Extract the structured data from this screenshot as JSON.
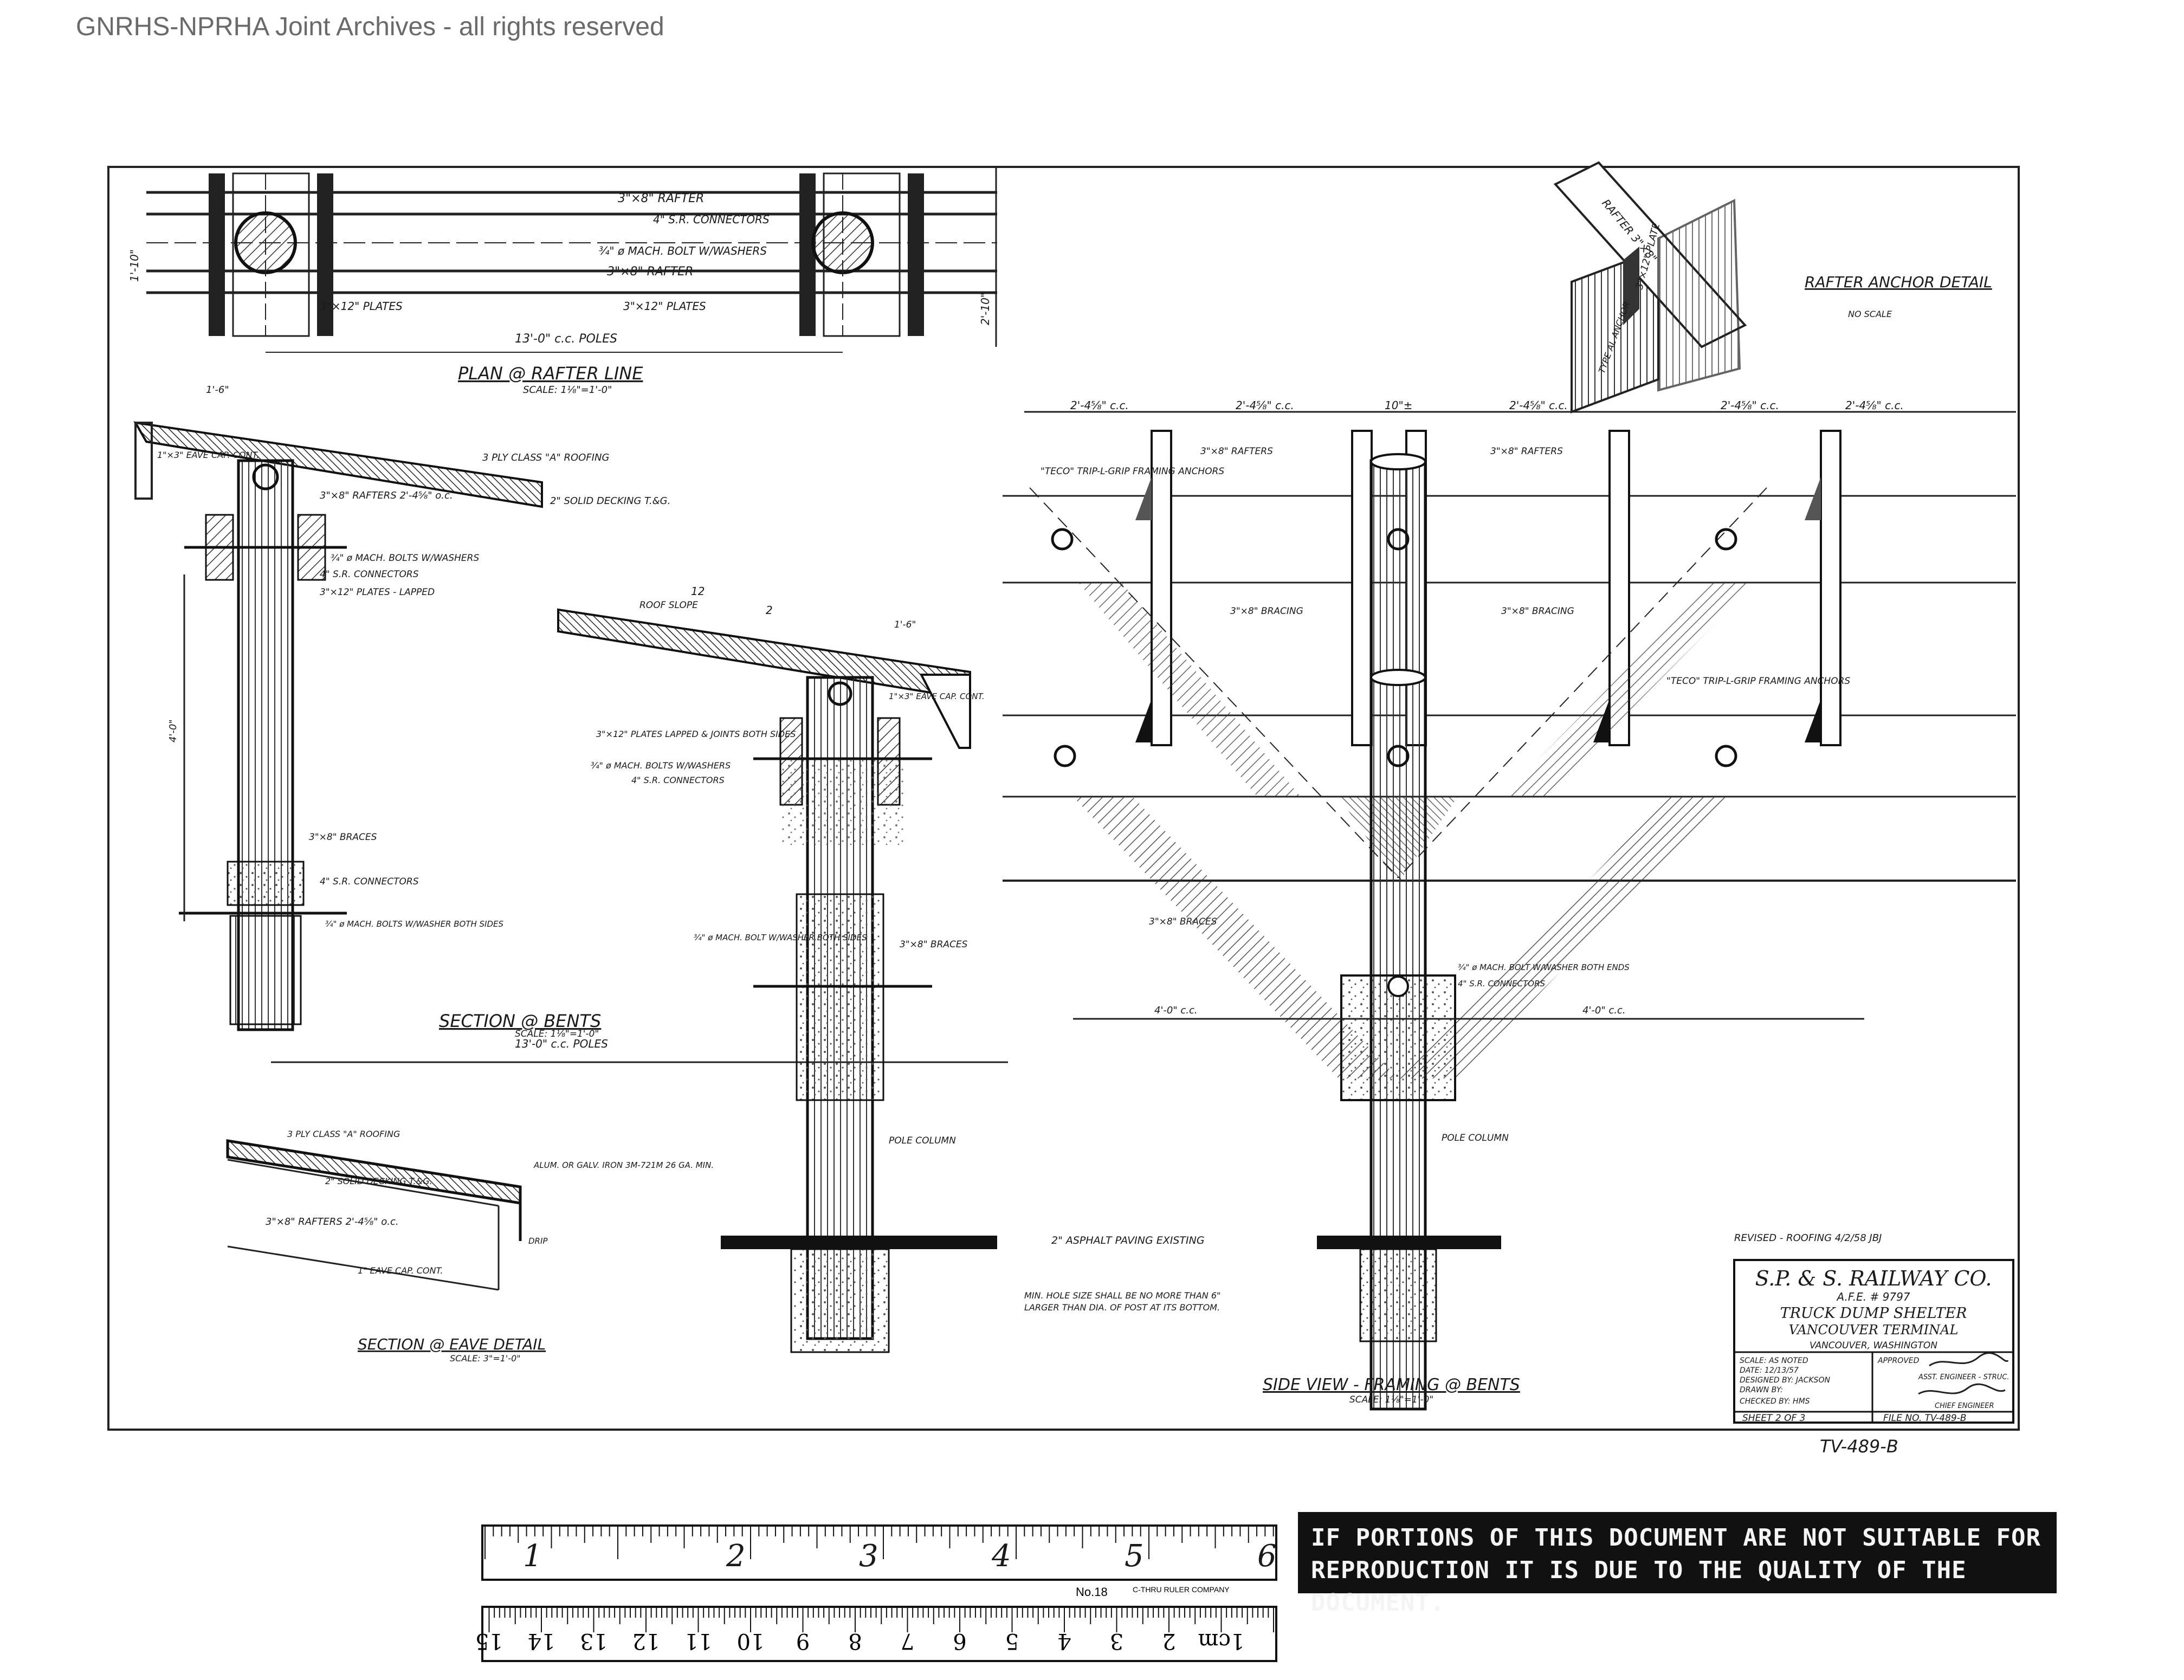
{
  "watermark": "GNRHS-NPRHA Joint Archives - all rights reserved",
  "views": {
    "plan": {
      "title": "PLAN @ RAFTER LINE",
      "scale": "SCALE: 1⅛\"=1'-0\"",
      "labels": {
        "rafter_top": "3\"×8\" RAFTER",
        "connectors": "4\" S.R. CONNECTORS",
        "bolt": "¾\" ø MACH. BOLT W/WASHERS",
        "rafter_bottom": "3\"×8\" RAFTER",
        "plates_left": "3\"×12\" PLATES",
        "plates_right": "3\"×12\" PLATES",
        "poles": "13'-0\" c.c. POLES",
        "dim_left": "1'-10\"",
        "dim_right": "2'-10\""
      }
    },
    "section_bents": {
      "title": "SECTION @ BENTS",
      "scale": "SCALE: 1⅛\"=1'-0\"",
      "labels": {
        "eave": "1\"×3\" EAVE CAP. CONT.",
        "roofing": "3 PLY CLASS \"A\" ROOFING",
        "rafters": "3\"×8\" RAFTERS 2'-4⅝\" o.c.",
        "decking": "2\" SOLID DECKING T.&G.",
        "bolts": "¾\" ø MACH. BOLTS W/WASHERS",
        "connectors": "4\" S.R. CONNECTORS",
        "plates": "3\"×12\" PLATES - LAPPED",
        "braces": "3\"×8\" BRACES",
        "connectors2": "4\" S.R. CONNECTORS",
        "bolts2": "¾\" ø MACH. BOLTS W/WASHER BOTH SIDES",
        "poles": "13'-0\" c.c. POLES",
        "dim_top": "1'-6\"",
        "dim_height": "4'-0\""
      }
    },
    "section_center": {
      "labels": {
        "slope": "ROOF SLOPE",
        "slope_run": "12",
        "slope_rise": "2",
        "eave": "1\"×3\" EAVE CAP. CONT.",
        "plates": "3\"×12\" PLATES LAPPED & JOINTS BOTH SIDES",
        "bolts": "¾\" ø MACH. BOLTS W/WASHERS",
        "connectors": "4\" S.R. CONNECTORS",
        "braces": "3\"×8\" BRACES",
        "bolt2": "¾\" ø MACH. BOLT W/WASHER BOTH SIDES",
        "pole": "POLE COLUMN",
        "dim": "1'-6\""
      }
    },
    "eave": {
      "title": "SECTION @ EAVE DETAIL",
      "scale": "SCALE: 3\"=1'-0\"",
      "labels": {
        "roofing": "3 PLY CLASS \"A\" ROOFING",
        "alum": "ALUM. OR GALV. IRON 3M-721M 26 GA. MIN.",
        "decking": "2\" SOLID DECKING T.&G.",
        "rafters": "3\"×8\" RAFTERS 2'-4⅝\" o.c.",
        "drip": "DRIP",
        "cap": "1\" EAVE CAP. CONT."
      }
    },
    "rafter_anchor": {
      "title": "RAFTER ANCHOR DETAIL",
      "scale": "NO SCALE",
      "labels": {
        "rafter": "RAFTER 3\"×8\"",
        "plate": "3\"×12\" PLATE",
        "anchor": "TYPE AL ANCHOR"
      }
    },
    "side_view": {
      "title": "SIDE VIEW - FRAMING @ BENTS",
      "scale": "SCALE: 1⅛\"=1'-0\"",
      "dims": [
        "2'-4⅝\" c.c.",
        "2'-4⅝\" c.c.",
        "10\"±",
        "2'-4⅝\" c.c.",
        "2'-4⅝\" c.c.",
        "2'-4⅝\" c.c."
      ],
      "labels": {
        "teco": "\"TECO\" TRIP-L-GRIP FRAMING ANCHORS",
        "rafters_left": "3\"×8\" RAFTERS",
        "rafters_right": "3\"×8\" RAFTERS",
        "bracing_left": "3\"×8\" BRACING",
        "bracing_right": "3\"×8\" BRACING",
        "teco2": "\"TECO\" TRIP-L-GRIP FRAMING ANCHORS",
        "braces": "3\"×8\" BRACES",
        "bolt": "¾\" ø MACH. BOLT W/WASHER BOTH ENDS",
        "connectors": "4\" S.R. CONNECTORS",
        "dim_left": "4'-0\" c.c.",
        "dim_right": "4'-0\" c.c.",
        "pole": "POLE COLUMN"
      }
    },
    "ground": {
      "paving": "2\" ASPHALT PAVING EXISTING",
      "hole_note": "MIN. HOLE SIZE SHALL BE NO MORE THAN 6\" LARGER THAN DIA. OF POST AT ITS BOTTOM."
    }
  },
  "title_block": {
    "revised": "REVISED - ROOFING 4/2/58 JBJ",
    "company": "S.P. & S. RAILWAY CO.",
    "afe": "A.F.E. # 9797",
    "project": "TRUCK DUMP SHELTER",
    "terminal": "VANCOUVER TERMINAL",
    "location": "VANCOUVER, WASHINGTON",
    "scale": "SCALE: AS NOTED",
    "date": "DATE: 12/13/57",
    "designed": "DESIGNED BY: JACKSON",
    "drawn": "DRAWN BY:",
    "checked": "CHECKED BY: HMS",
    "approved": "APPROVED",
    "asst_engineer": "ASST. ENGINEER - STRUC.",
    "chief_engineer": "CHIEF ENGINEER",
    "sheet": "SHEET 2 OF 3",
    "file": "FILE NO. TV-489-B",
    "drawing_number": "TV-489-B"
  },
  "ruler": {
    "inch_labels": [
      "1",
      "2",
      "3",
      "4",
      "5",
      "6"
    ],
    "cm_labels": [
      "1cm",
      "2",
      "3",
      "4",
      "5",
      "6",
      "7",
      "8",
      "9",
      "10",
      "11",
      "12",
      "13",
      "14",
      "15"
    ],
    "brand": "No.18",
    "maker": "C-THRU RULER COMPANY"
  },
  "disclaimer": "IF PORTIONS OF THIS DOCUMENT ARE NOT SUITABLE FOR REPRODUCTION IT IS DUE TO THE QUALITY OF THE DOCUMENT."
}
